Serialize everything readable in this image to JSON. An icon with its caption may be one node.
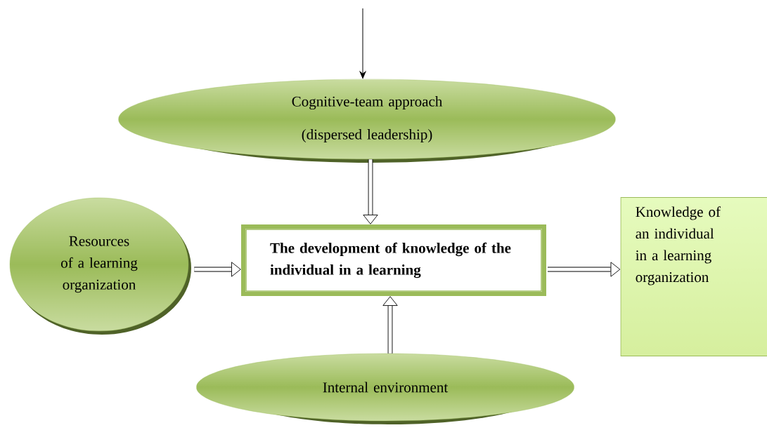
{
  "diagram": {
    "nodes": [
      {
        "text": [
          "Cognitive-team approach",
          "(dispersed leadership)"
        ]
      },
      {
        "text": [
          "Resources of a learning organization"
        ]
      },
      {
        "text": [
          "The development of knowledge of the individual in a learning"
        ]
      },
      {
        "text": [
          "Knowledge of an individual in a learning organization"
        ]
      },
      {
        "text": [
          "Internal environment"
        ]
      }
    ],
    "edges": [
      {
        "from": null,
        "to": 0,
        "arrow": "to"
      },
      {
        "from": 0,
        "to": 2,
        "arrow": "to"
      },
      {
        "from": 1,
        "to": 2,
        "arrow": "to"
      },
      {
        "from": 2,
        "to": 3,
        "arrow": "to"
      },
      {
        "from": 4,
        "to": 2,
        "arrow": "to"
      }
    ]
  }
}
